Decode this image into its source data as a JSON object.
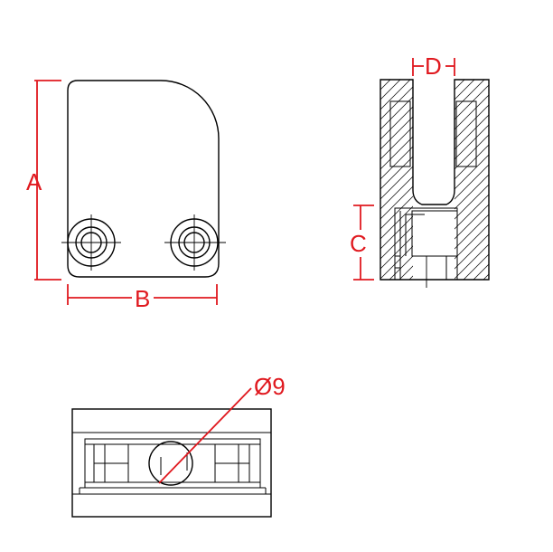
{
  "colors": {
    "dimension": "#e0191f",
    "line": "#000000",
    "background": "#ffffff"
  },
  "labels": {
    "a": "A",
    "b": "B",
    "c": "C",
    "d": "D",
    "diameter": "Ø9"
  }
}
